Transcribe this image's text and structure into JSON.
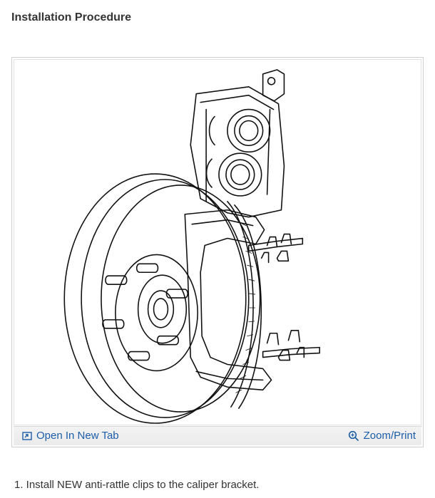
{
  "section": {
    "title": "Installation Procedure"
  },
  "figure": {
    "open_tab_label": "Open In New Tab",
    "zoom_label": "Zoom/Print"
  },
  "steps": [
    {
      "text": "1. Install NEW anti-rattle clips to the caliper bracket."
    }
  ],
  "colors": {
    "link": "#1c5da8",
    "line_art": "#111111"
  },
  "icons": {
    "open_tab": "open-new-tab-icon",
    "zoom": "magnifier-zoom-icon"
  }
}
